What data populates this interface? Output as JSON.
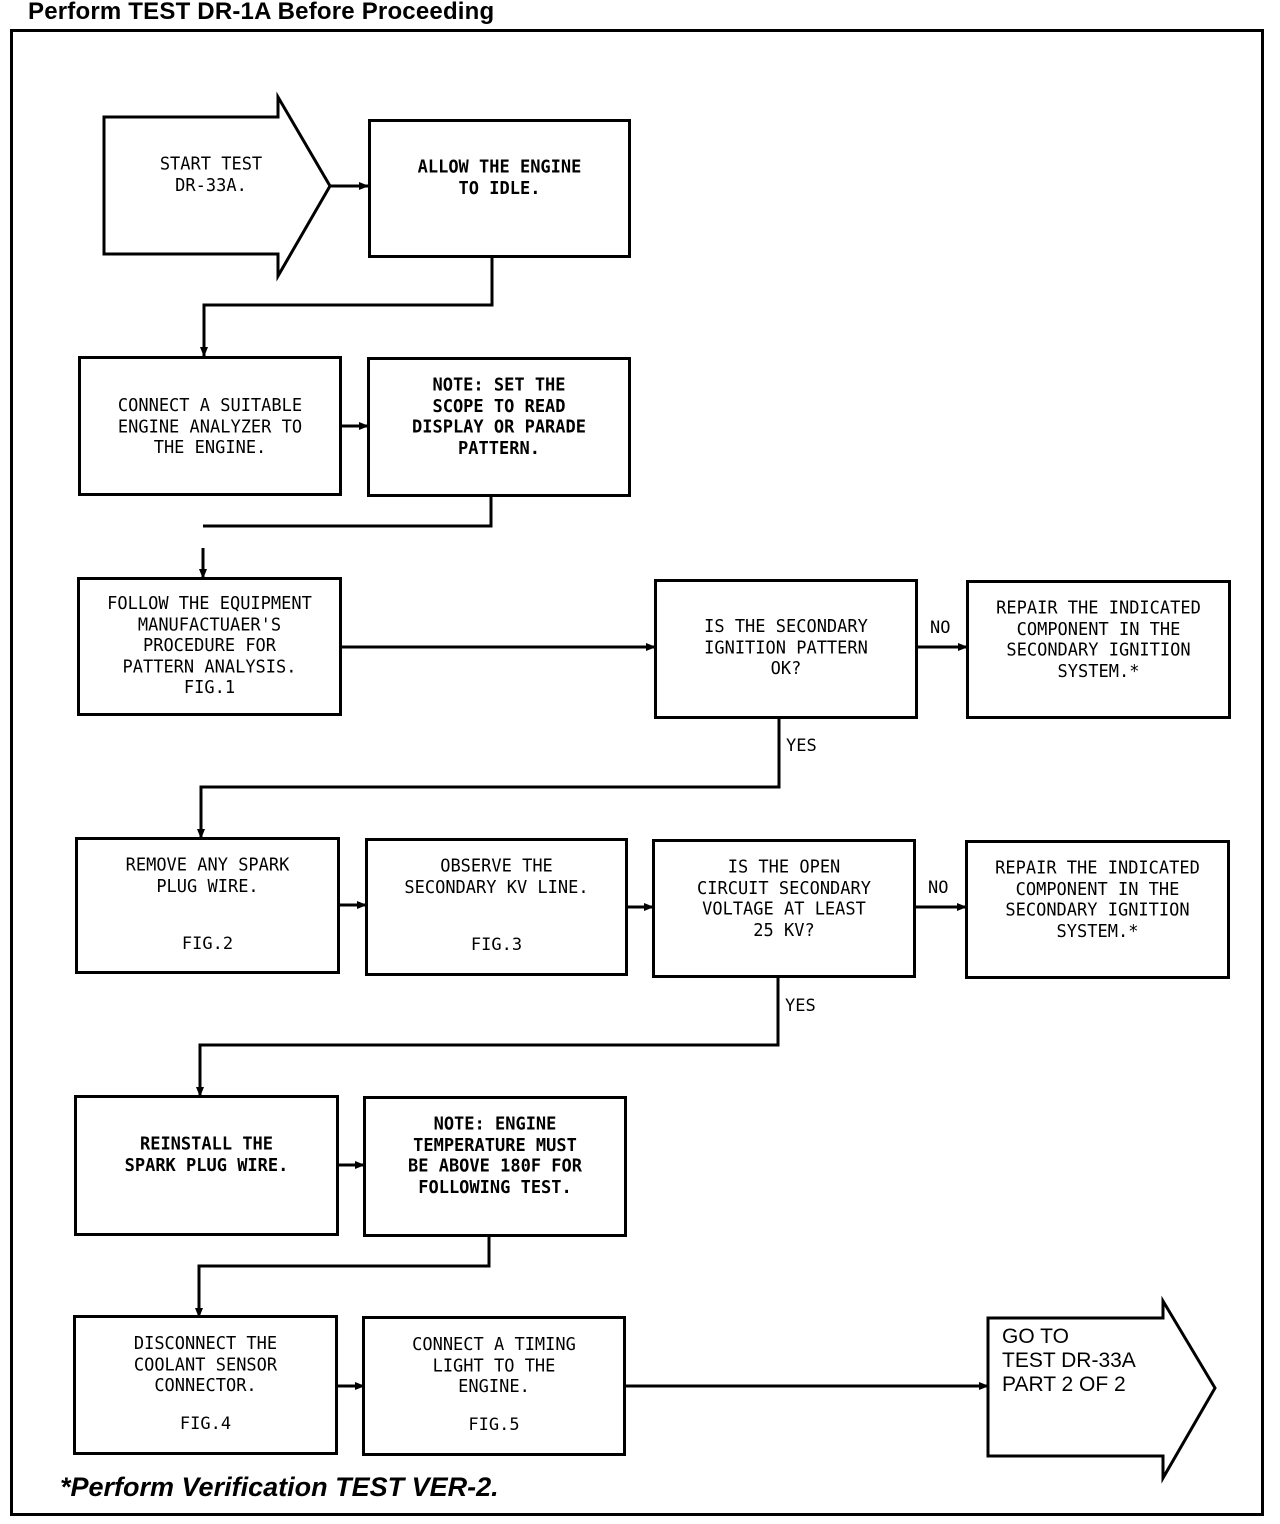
{
  "header": {
    "title": "Perform TEST DR-1A Before Proceeding"
  },
  "steps": {
    "start": {
      "text": "START TEST\nDR-33A."
    },
    "idle": {
      "text": "ALLOW THE ENGINE\nTO IDLE."
    },
    "connect_analyzer": {
      "text": "CONNECT A SUITABLE\nENGINE ANALYZER TO\nTHE ENGINE."
    },
    "note_scope": {
      "text": "NOTE: SET THE\nSCOPE TO READ\nDISPLAY OR PARADE\nPATTERN."
    },
    "follow_procedure": {
      "text": "FOLLOW THE EQUIPMENT\nMANUFACTUAER'S\nPROCEDURE FOR\nPATTERN ANALYSIS.\nFIG.1"
    },
    "question_pattern": {
      "text": "IS THE SECONDARY\nIGNITION PATTERN\nOK?"
    },
    "repair_1": {
      "text": "REPAIR THE INDICATED\nCOMPONENT IN THE\nSECONDARY IGNITION\nSYSTEM.*"
    },
    "remove_wire": {
      "text": "REMOVE ANY SPARK\nPLUG WIRE.",
      "fig": "FIG.2"
    },
    "observe_kv": {
      "text": "OBSERVE THE\nSECONDARY KV LINE.",
      "fig": "FIG.3"
    },
    "question_voltage": {
      "text": "IS THE OPEN\nCIRCUIT SECONDARY\nVOLTAGE AT LEAST\n25 KV?"
    },
    "repair_2": {
      "text": "REPAIR THE INDICATED\nCOMPONENT IN THE\nSECONDARY IGNITION\nSYSTEM.*"
    },
    "reinstall_wire": {
      "text": "REINSTALL THE\nSPARK PLUG WIRE."
    },
    "note_temp": {
      "text": "NOTE: ENGINE\nTEMPERATURE MUST\nBE ABOVE 180F FOR\nFOLLOWING TEST."
    },
    "disconnect_sensor": {
      "text": "DISCONNECT THE\nCOOLANT SENSOR\nCONNECTOR.",
      "fig": "FIG.4"
    },
    "timing_light": {
      "text": "CONNECT A TIMING\nLIGHT TO THE\nENGINE.",
      "fig": "FIG.5"
    },
    "goto": {
      "text": "GO  TO\nTEST DR-33A\nPART 2 OF 2"
    }
  },
  "branches": {
    "no_1": "NO",
    "yes_1": "YES",
    "no_2": "NO",
    "yes_2": "YES"
  },
  "footnote": "*Perform Verification TEST VER-2."
}
